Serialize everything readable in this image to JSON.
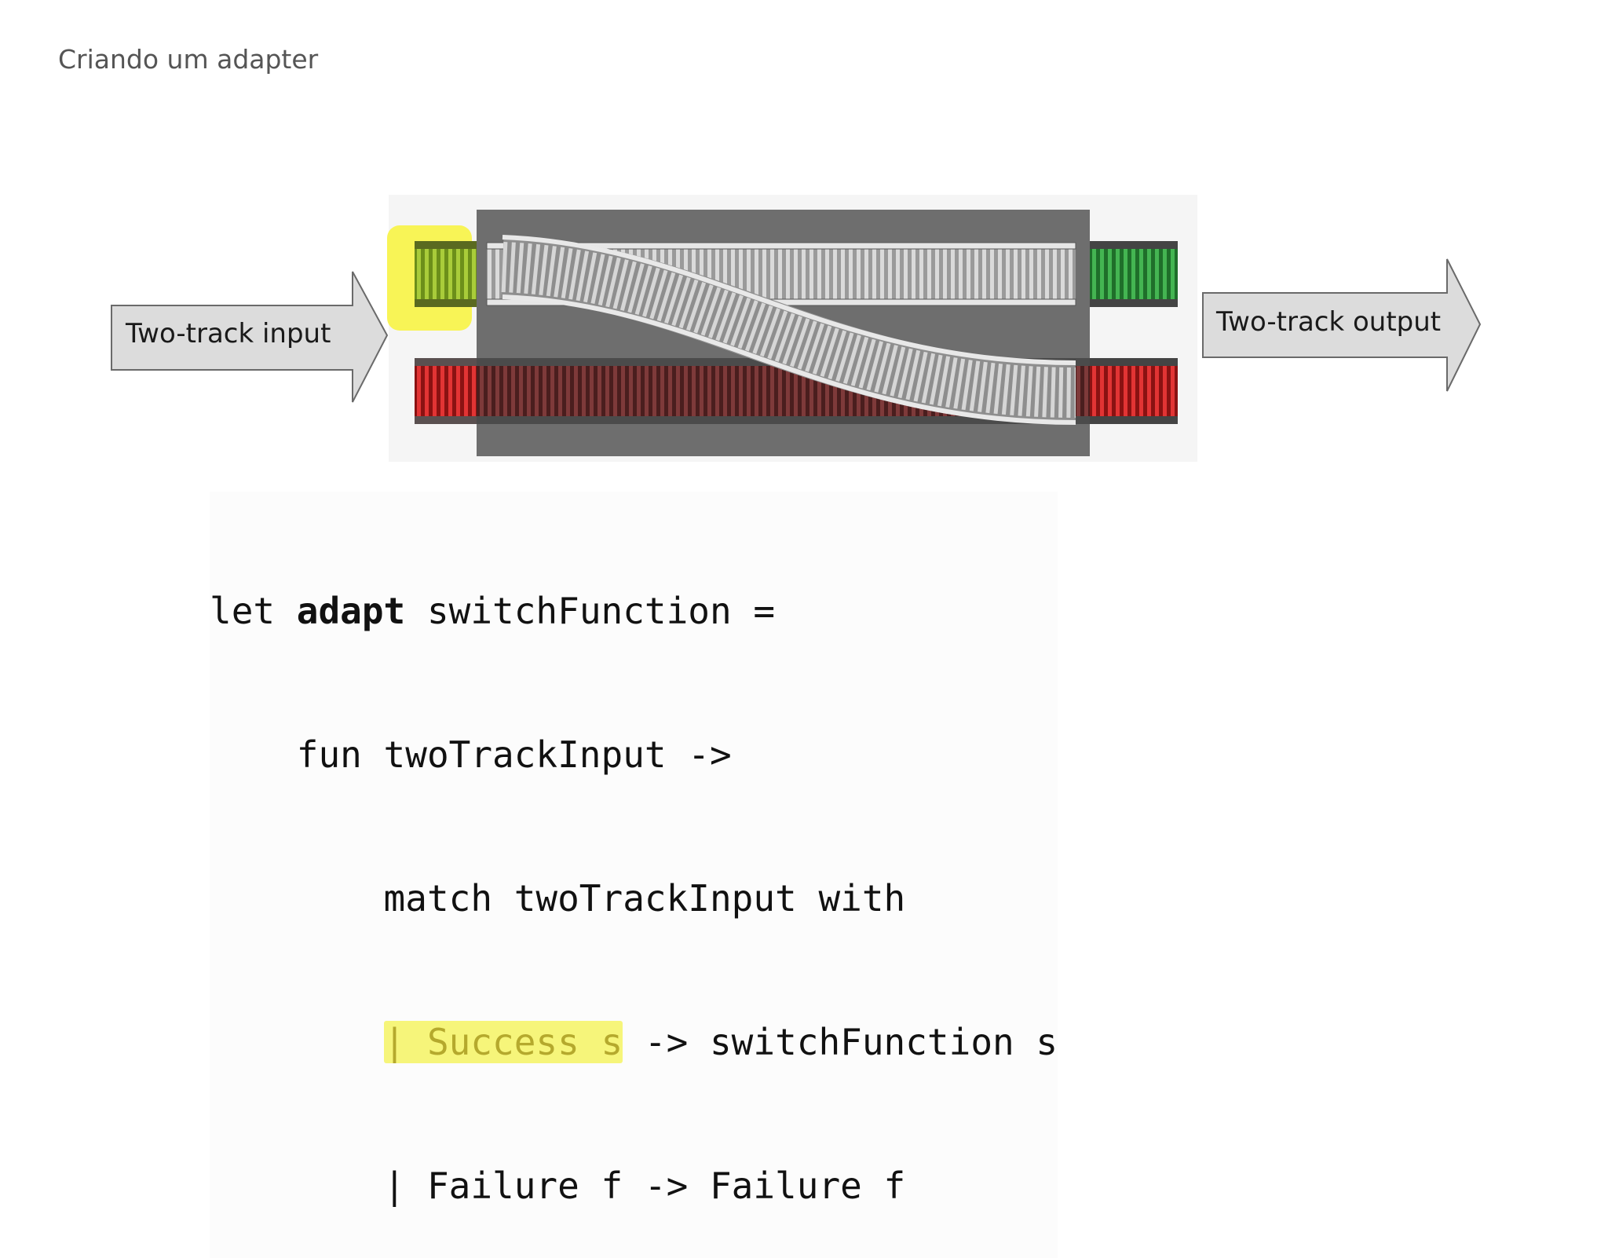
{
  "slide": {
    "title": "Criando um adapter"
  },
  "diagram": {
    "input_label": "Two-track input",
    "output_label": "Two-track output",
    "colors": {
      "success_track": "#3fa64a",
      "failure_track": "#d92a2a",
      "highlight": "#f8f456",
      "panel": "#6e6e6e",
      "arrow_fill": "#dcdcdc"
    }
  },
  "code": {
    "line1_a": "let ",
    "line1_b": "adapt",
    "line1_c": " switchFunction =",
    "line2": "    fun twoTrackInput ->",
    "line3": "        match twoTrackInput with",
    "line4_indent": "        ",
    "line4_hl": "| Success s",
    "line4_rest": " -> switchFunction s",
    "line5": "        | Failure f -> Failure f"
  }
}
